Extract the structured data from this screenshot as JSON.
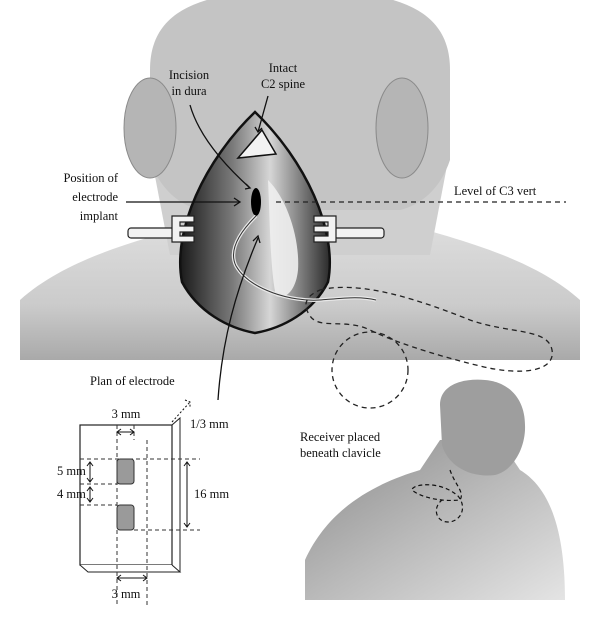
{
  "labels": {
    "incision_line1": "Incision",
    "incision_line2": "in dura",
    "intact_line1": "Intact",
    "intact_line2": "C2 spine",
    "position_line1": "Position of",
    "position_line2": "electrode",
    "position_line3": "implant",
    "level_c3": "Level of C3 vert",
    "plan_of_electrode": "Plan of electrode",
    "receiver_line1": "Receiver placed",
    "receiver_line2": "beneath clavicle"
  },
  "plan_dimensions": {
    "width_top": "3 mm",
    "thickness": "1/3 mm",
    "contact_size": "5 mm",
    "contact_gap": "4 mm",
    "array_length": "16 mm",
    "width_bottom": "3 mm"
  }
}
